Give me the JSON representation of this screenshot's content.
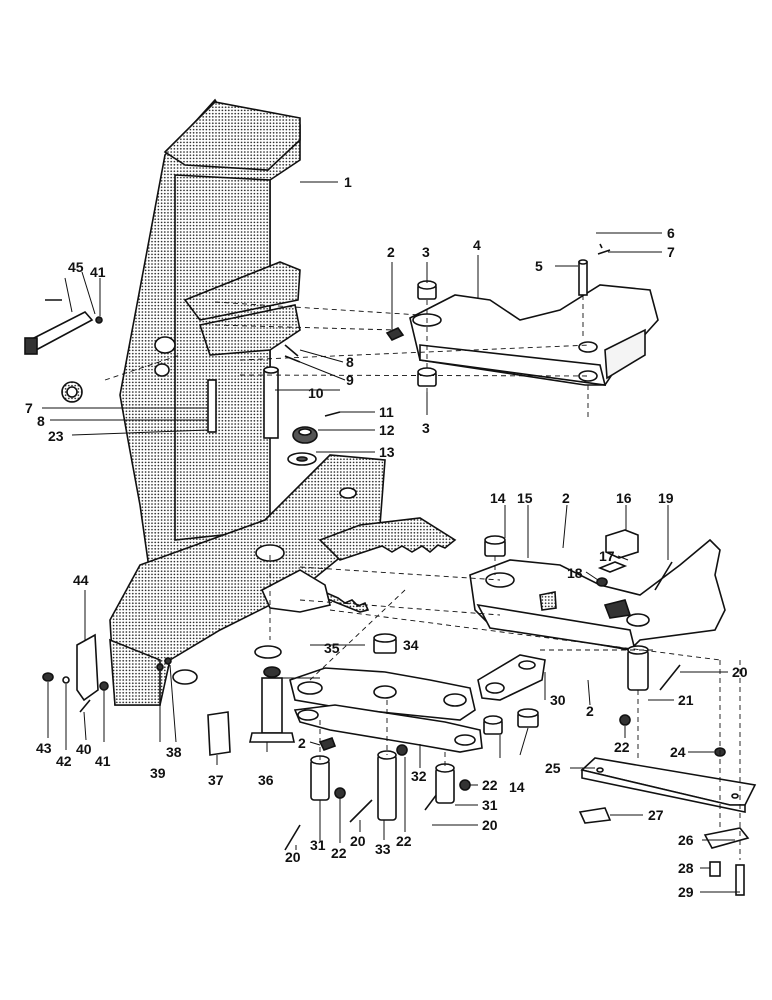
{
  "callouts": {
    "c1": "1",
    "c2a": "2",
    "c2b": "2",
    "c2c": "2",
    "c2d": "2",
    "c3a": "3",
    "c3b": "3",
    "c4": "4",
    "c5": "5",
    "c6": "6",
    "c7a": "7",
    "c7b": "7",
    "c8a": "8",
    "c8b": "8",
    "c9": "9",
    "c10": "10",
    "c11": "11",
    "c12": "12",
    "c13": "13",
    "c14a": "14",
    "c14b": "14",
    "c15": "15",
    "c16": "16",
    "c17": "17",
    "c18": "18",
    "c19": "19",
    "c20a": "20",
    "c20b": "20",
    "c20c": "20",
    "c20d": "20",
    "c21": "21",
    "c22a": "22",
    "c22b": "22",
    "c22c": "22",
    "c22d": "22",
    "c23": "23",
    "c24": "24",
    "c25": "25",
    "c26": "26",
    "c27": "27",
    "c28": "28",
    "c29": "29",
    "c30": "30",
    "c31a": "31",
    "c31b": "31",
    "c32": "32",
    "c33": "33",
    "c34": "34",
    "c35": "35",
    "c36": "36",
    "c37": "37",
    "c38": "38",
    "c39": "39",
    "c40": "40",
    "c41a": "41",
    "c41b": "41",
    "c42": "42",
    "c43": "43",
    "c44": "44",
    "c45": "45"
  }
}
